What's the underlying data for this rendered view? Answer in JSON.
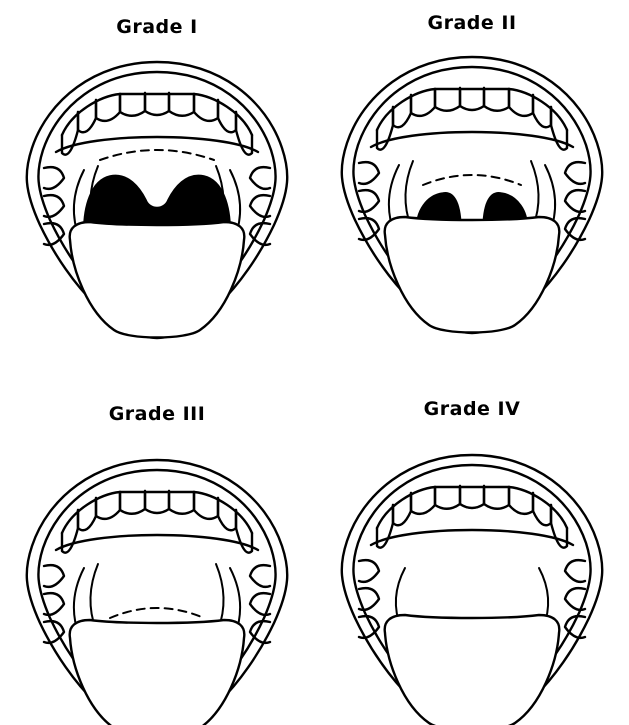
{
  "figure": {
    "panels": [
      {
        "grade": "Grade I"
      },
      {
        "grade": "Grade II"
      },
      {
        "grade": "Grade III"
      },
      {
        "grade": "Grade IV"
      }
    ]
  },
  "colors": {
    "ink": "#000000",
    "background": "#ffffff"
  }
}
